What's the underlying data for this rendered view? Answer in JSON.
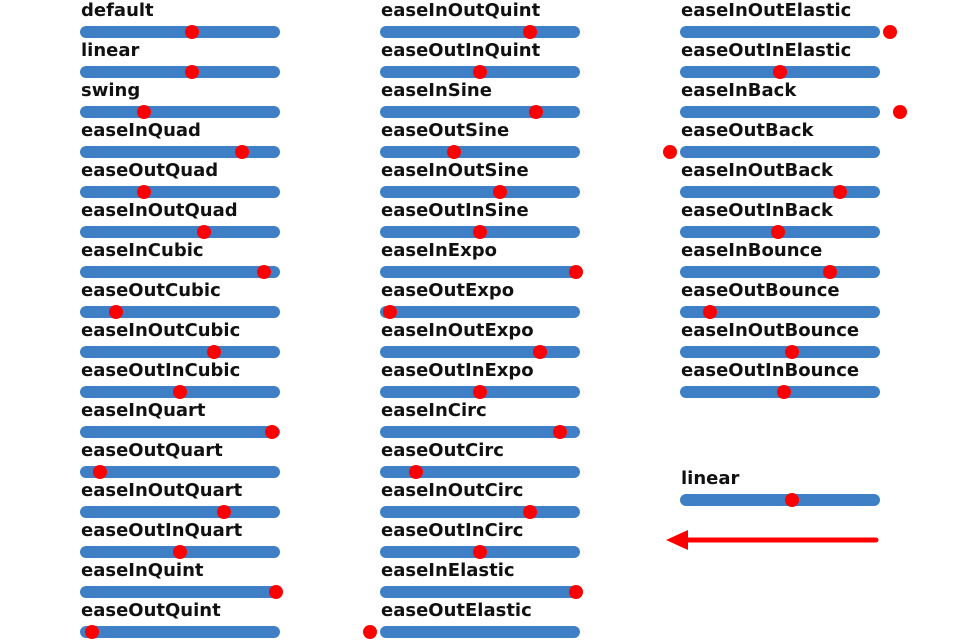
{
  "colors": {
    "track": "#3f7fc6",
    "dot": "#ff0000",
    "text": "#111111",
    "arrow": "#ff0000",
    "background": "#ffffff"
  },
  "columns": [
    {
      "items": [
        {
          "label": "default",
          "progress": 0.56
        },
        {
          "label": "linear",
          "progress": 0.56
        },
        {
          "label": "swing",
          "progress": 0.32
        },
        {
          "label": "easeInQuad",
          "progress": 0.81
        },
        {
          "label": "easeOutQuad",
          "progress": 0.32
        },
        {
          "label": "easeInOutQuad",
          "progress": 0.62
        },
        {
          "label": "easeInCubic",
          "progress": 0.92
        },
        {
          "label": "easeOutCubic",
          "progress": 0.18
        },
        {
          "label": "easeInOutCubic",
          "progress": 0.67
        },
        {
          "label": "easeOutInCubic",
          "progress": 0.5
        },
        {
          "label": "easeInQuart",
          "progress": 0.96
        },
        {
          "label": "easeOutQuart",
          "progress": 0.1
        },
        {
          "label": "easeInOutQuart",
          "progress": 0.72
        },
        {
          "label": "easeOutInQuart",
          "progress": 0.5
        },
        {
          "label": "easeInQuint",
          "progress": 0.98
        },
        {
          "label": "easeOutQuint",
          "progress": 0.06
        }
      ]
    },
    {
      "items": [
        {
          "label": "easeInOutQuint",
          "progress": 0.75
        },
        {
          "label": "easeOutInQuint",
          "progress": 0.5
        },
        {
          "label": "easeInSine",
          "progress": 0.78
        },
        {
          "label": "easeOutSine",
          "progress": 0.37
        },
        {
          "label": "easeInOutSine",
          "progress": 0.6
        },
        {
          "label": "easeOutInSine",
          "progress": 0.5
        },
        {
          "label": "easeInExpo",
          "progress": 0.98
        },
        {
          "label": "easeOutExpo",
          "progress": 0.05
        },
        {
          "label": "easeInOutExpo",
          "progress": 0.8
        },
        {
          "label": "easeOutInExpo",
          "progress": 0.5
        },
        {
          "label": "easeInCirc",
          "progress": 0.9
        },
        {
          "label": "easeOutCirc",
          "progress": 0.18
        },
        {
          "label": "easeInOutCirc",
          "progress": 0.75
        },
        {
          "label": "easeOutInCirc",
          "progress": 0.5
        },
        {
          "label": "easeInElastic",
          "progress": 0.98
        },
        {
          "label": "easeOutElastic",
          "progress": -0.05
        }
      ]
    },
    {
      "items": [
        {
          "label": "easeInOutElastic",
          "progress": 1.05
        },
        {
          "label": "easeOutInElastic",
          "progress": 0.5
        },
        {
          "label": "easeInBack",
          "progress": 1.1
        },
        {
          "label": "easeOutBack",
          "progress": -0.05
        },
        {
          "label": "easeInOutBack",
          "progress": 0.8
        },
        {
          "label": "easeOutInBack",
          "progress": 0.49
        },
        {
          "label": "easeInBounce",
          "progress": 0.75
        },
        {
          "label": "easeOutBounce",
          "progress": 0.15
        },
        {
          "label": "easeInOutBounce",
          "progress": 0.56
        },
        {
          "label": "easeOutInBounce",
          "progress": 0.52
        }
      ]
    }
  ],
  "demo": {
    "label": "linear",
    "progress": 0.56
  },
  "arrow": {
    "direction": "left",
    "icon": "left-arrow-icon"
  }
}
